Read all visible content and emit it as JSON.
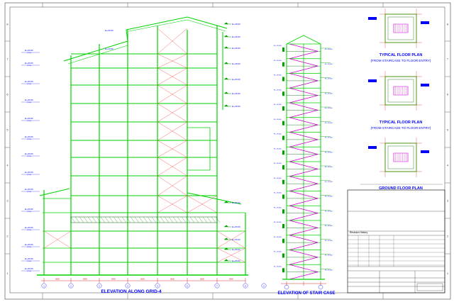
{
  "colors": {
    "background": "#ffffff",
    "structure": "#00d200",
    "member": "#006400",
    "bracing": "#ff4040",
    "stair": "#cc00cc",
    "label": "#0000ff",
    "dim": "#c80000",
    "frame": "#404040",
    "marker": "#00a000"
  },
  "border": {
    "left_numbers": [
      "8",
      "7",
      "6",
      "5",
      "4",
      "3",
      "2",
      "1"
    ],
    "right_numbers": [
      "8",
      "7",
      "6",
      "5",
      "4",
      "3",
      "2",
      "1"
    ]
  },
  "elevation": {
    "title": "ELEVATION ALONG GRID-4",
    "grid_bubbles": [
      "1",
      "2",
      "3",
      "4",
      "5",
      "6",
      "7",
      "8",
      "9"
    ]
  },
  "stair_elevation": {
    "title": "ELEVATION OF STAIR CASE"
  },
  "plans": [
    {
      "title_line1": "TYPICAL FLOOR PLAN",
      "title_line2": "(FROM STAIRCASE TO FLOOR ENTRY)"
    },
    {
      "title_line1": "TYPICAL FLOOR PLAN",
      "title_line2": "(FROM STAIRCASE TO FLOOR ENTRY)"
    },
    {
      "title_line1": "GROUND FLOOR PLAN",
      "title_line2": ""
    }
  ],
  "title_block": {
    "revision_history": "Revision History"
  }
}
